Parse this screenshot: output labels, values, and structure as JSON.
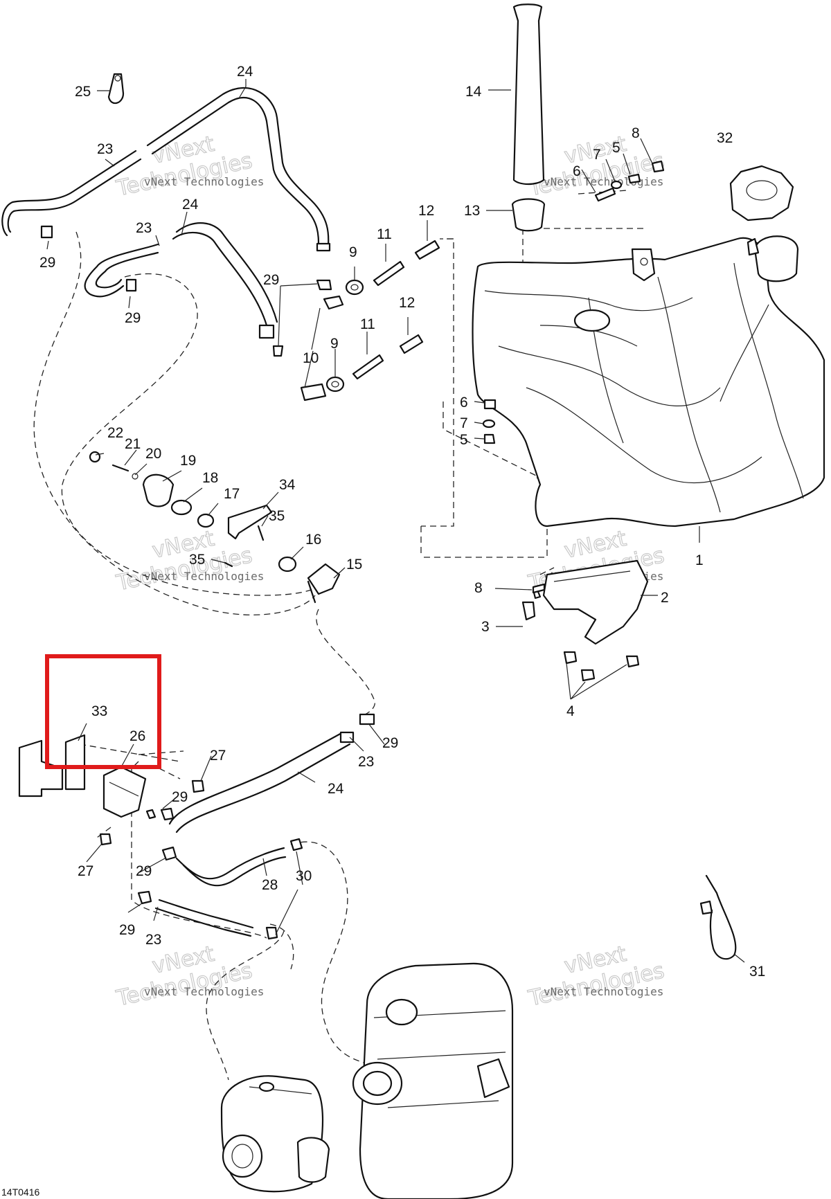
{
  "diagram_code": "14T0416",
  "watermark": {
    "small": "vNext Technologies",
    "line1": "vNext",
    "line2": "Technologies"
  },
  "highlight_color": "#e01b1b",
  "callouts": [
    "24",
    "25",
    "23",
    "23",
    "24",
    "29",
    "29",
    "29",
    "10",
    "9",
    "11",
    "12",
    "9",
    "11",
    "12",
    "14",
    "13",
    "7",
    "6",
    "5",
    "8",
    "32",
    "6",
    "7",
    "5",
    "22",
    "21",
    "20",
    "19",
    "18",
    "17",
    "34",
    "35",
    "16",
    "35",
    "15",
    "1",
    "8",
    "2",
    "3",
    "4",
    "33",
    "26",
    "27",
    "29",
    "23",
    "29",
    "24",
    "27",
    "29",
    "28",
    "30",
    "29",
    "23",
    "31"
  ]
}
